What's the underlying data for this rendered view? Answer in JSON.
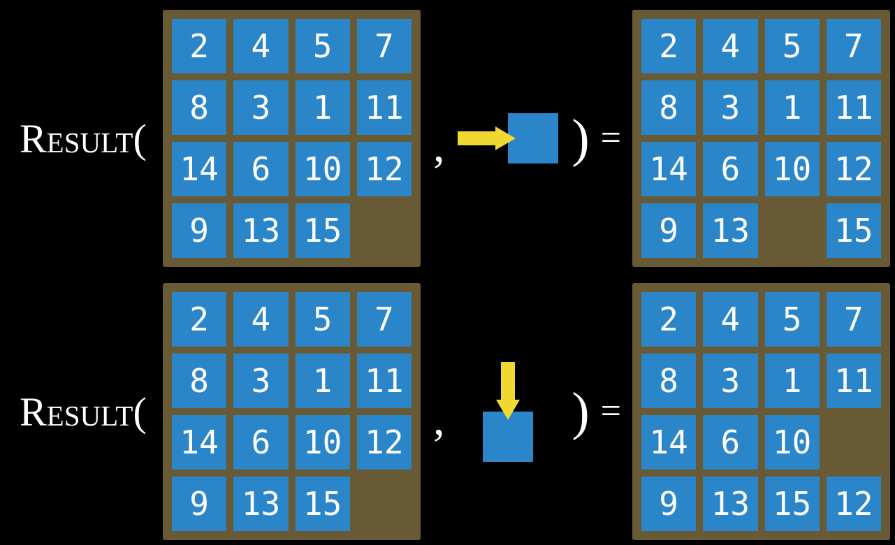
{
  "slide": {
    "colors": {
      "background": "#000000",
      "frame_brown": "#675A35",
      "tile_blue": "#2B86C9",
      "arrow_yellow": "#F0D832",
      "text_white": "#FFFFFF"
    },
    "rows": [
      {
        "function_label": "Result(",
        "comma": ",",
        "action": {
          "direction": "right"
        },
        "close_paren": ")",
        "equals_sign": "=",
        "input_grid": {
          "tiles": [
            [
              "2",
              "4",
              "5",
              "7"
            ],
            [
              "8",
              "3",
              "1",
              "11"
            ],
            [
              "14",
              "6",
              "10",
              "12"
            ],
            [
              "9",
              "13",
              "15",
              ""
            ]
          ]
        },
        "output_grid": {
          "tiles": [
            [
              "2",
              "4",
              "5",
              "7"
            ],
            [
              "8",
              "3",
              "1",
              "11"
            ],
            [
              "14",
              "6",
              "10",
              "12"
            ],
            [
              "9",
              "13",
              "",
              "15"
            ]
          ]
        }
      },
      {
        "function_label": "Result(",
        "comma": ",",
        "action": {
          "direction": "down"
        },
        "close_paren": ")",
        "equals_sign": "=",
        "input_grid": {
          "tiles": [
            [
              "2",
              "4",
              "5",
              "7"
            ],
            [
              "8",
              "3",
              "1",
              "11"
            ],
            [
              "14",
              "6",
              "10",
              "12"
            ],
            [
              "9",
              "13",
              "15",
              ""
            ]
          ]
        },
        "output_grid": {
          "tiles": [
            [
              "2",
              "4",
              "5",
              "7"
            ],
            [
              "8",
              "3",
              "1",
              "11"
            ],
            [
              "14",
              "6",
              "10",
              ""
            ],
            [
              "9",
              "13",
              "15",
              "12"
            ]
          ]
        }
      }
    ]
  }
}
